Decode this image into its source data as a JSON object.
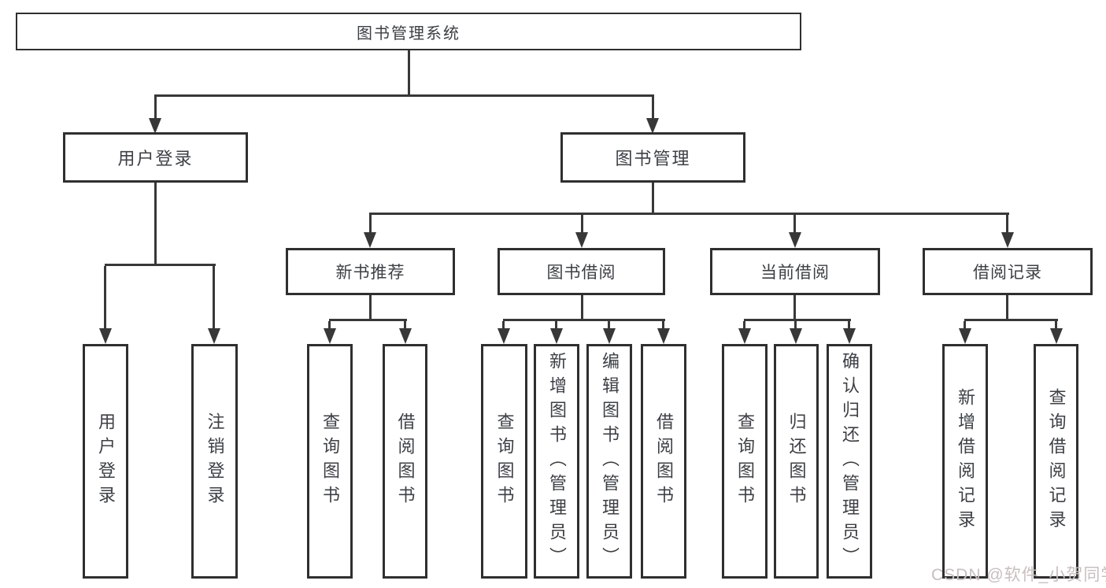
{
  "diagram": {
    "type": "tree",
    "title": "图书管理系统",
    "branches": [
      {
        "label": "用户登录",
        "children": [
          {
            "label": "用户登录"
          },
          {
            "label": "注销登录"
          }
        ]
      },
      {
        "label": "图书管理",
        "children": [
          {
            "label": "新书推荐",
            "children": [
              {
                "label": "查询图书"
              },
              {
                "label": "借阅图书"
              }
            ]
          },
          {
            "label": "图书借阅",
            "children": [
              {
                "label": "查询图书"
              },
              {
                "label": "新增图书（管理员）"
              },
              {
                "label": "编辑图书（管理员）"
              },
              {
                "label": "借阅图书"
              }
            ]
          },
          {
            "label": "当前借阅",
            "children": [
              {
                "label": "查询图书"
              },
              {
                "label": "归还图书"
              },
              {
                "label": "确认归还（管理员）"
              }
            ]
          },
          {
            "label": "借阅记录",
            "children": [
              {
                "label": "新增借阅记录"
              },
              {
                "label": "查询借阅记录"
              }
            ]
          }
        ]
      }
    ]
  },
  "watermark": {
    "text": "CSDN @软件_小贺同学"
  },
  "colors": {
    "line": "#383838",
    "border": "#2f2f2f",
    "text": "#3c4046",
    "watermark": "#c9bebe"
  }
}
